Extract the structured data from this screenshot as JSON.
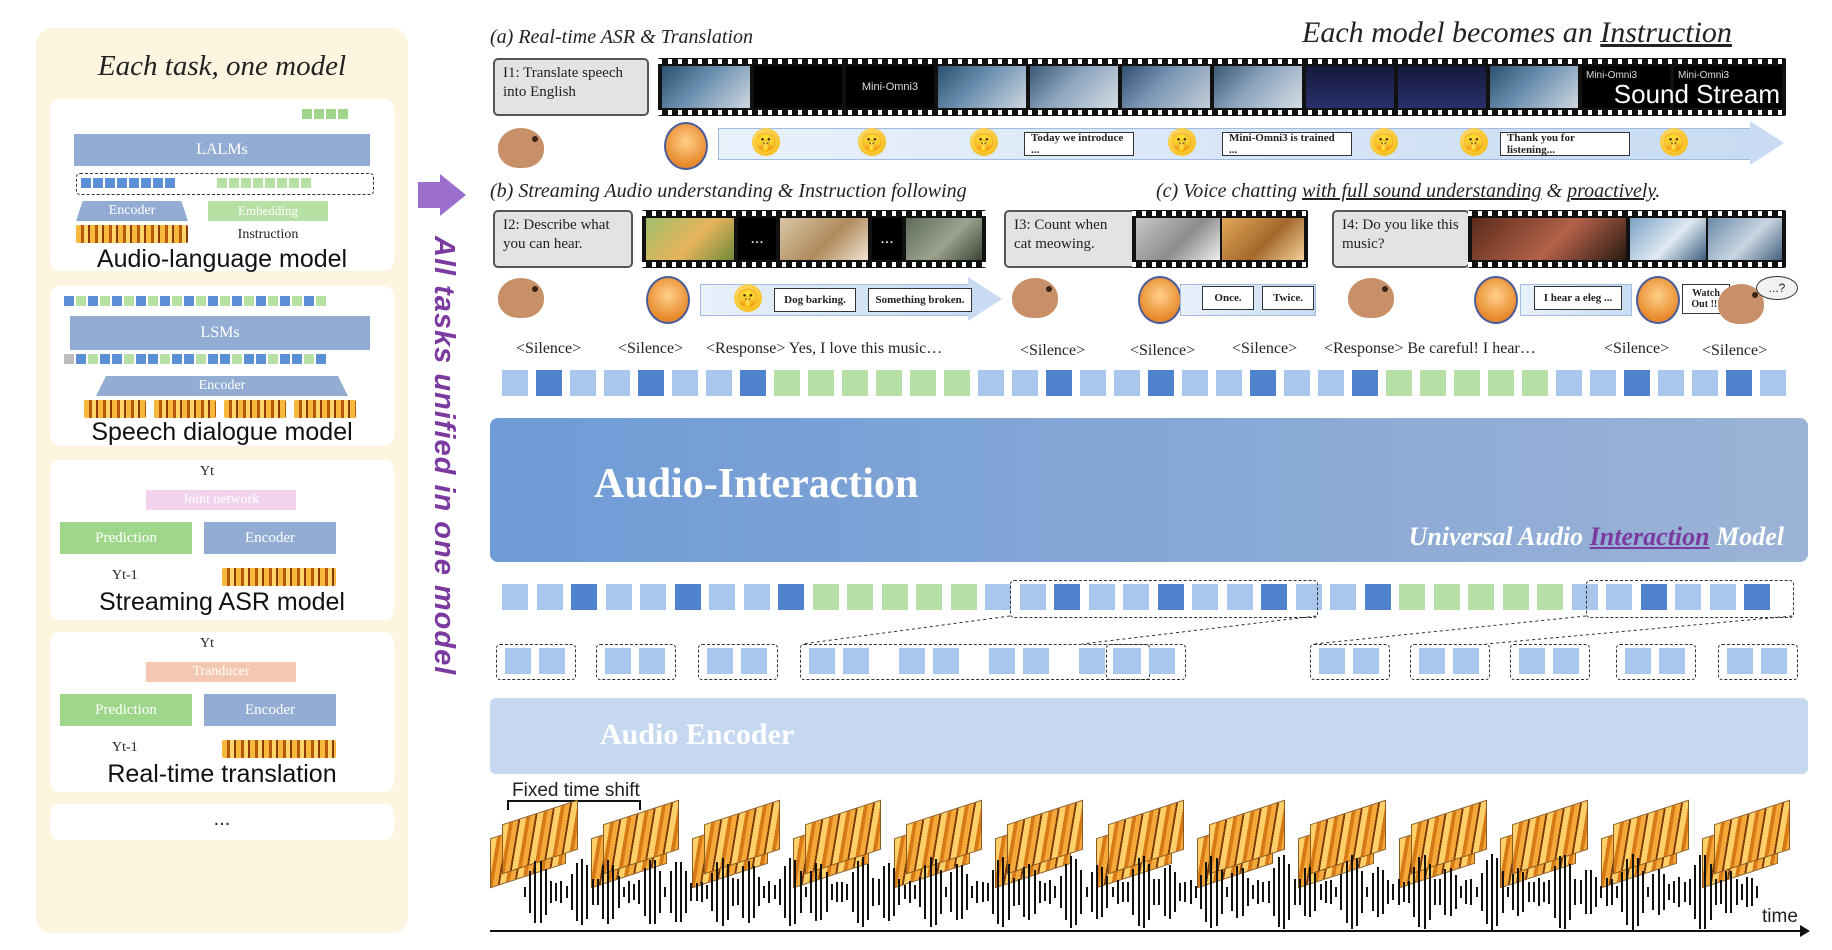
{
  "left": {
    "title": "Each task, one model",
    "models": [
      {
        "name": "Audio-language model",
        "top_block": "LALMs",
        "encoder": "Encoder",
        "embedding": "Embedding",
        "instruction": "Instruction"
      },
      {
        "name": "Speech dialogue model",
        "top_block": "LSMs",
        "encoder": "Encoder"
      },
      {
        "name": "Streaming ASR model",
        "output": "Yt",
        "joint": "Joint network",
        "prediction": "Prediction",
        "encoder": "Encoder",
        "input": "Yt-1"
      },
      {
        "name": "Real-time translation",
        "output": "Yt",
        "joint": "Tranducer",
        "prediction": "Prediction",
        "encoder": "Encoder",
        "input": "Yt-1"
      }
    ],
    "more": "..."
  },
  "vertical_caption": "All tasks unified in one model",
  "headline": {
    "prefix": "Each model becomes an ",
    "emph": "Instruction"
  },
  "panel_a": {
    "label": "(a) Real-time ASR & Translation",
    "instruction": "I1: Translate speech into English",
    "sound_stream": "Sound Stream",
    "film_texts": [
      "Mini-Omni3",
      "Mini-Omni3",
      "Mini-Omni3"
    ],
    "bubbles": [
      "Today we introduce ...",
      "Mini-Omni3 is trained ...",
      "Thank you for listening..."
    ]
  },
  "panel_b": {
    "label": "(b) Streaming Audio understanding & Instruction following",
    "instruction": "I2: Describe what you can hear.",
    "instruction2": "I3: Count when cat meowing.",
    "ellipsis": "...",
    "bubbles": [
      "Dog barking.",
      "Something broken."
    ],
    "count_bubbles": [
      "Once.",
      "Twice."
    ]
  },
  "panel_c": {
    "label_prefix": "(c) Voice chatting ",
    "label_u1": "with full sound understanding",
    "label_mid": " & ",
    "label_u2": "proactively",
    "label_end": ".",
    "instruction": "I4: Do you like this music?",
    "bubbles": [
      "I hear a eleg ...",
      "Watch Out !!!"
    ],
    "query": "...?"
  },
  "segments": [
    "<Silence>",
    "<Silence>",
    "<Response> Yes, I love this music…",
    "<Silence>",
    "<Silence>",
    "<Silence>",
    "<Response> Be careful! I hear…",
    "<Silence>",
    "<Silence>"
  ],
  "interaction": {
    "title": "Audio-Interaction",
    "subtitle_pre": "Universal Audio ",
    "subtitle_emph": "Interaction",
    "subtitle_post": " Model"
  },
  "encoder": {
    "title": "Audio Encoder"
  },
  "waveform": {
    "shift_label": "Fixed time shift",
    "axis_label": "time"
  },
  "colors": {
    "light": "#a9c6ec",
    "mid": "#8fb4e6",
    "dark": "#4f82cc",
    "green": "#b7e0a6",
    "interaction": "#7aa3d8",
    "encoder": "#c5d8f0",
    "purple": "#7b3aa0"
  },
  "top_token_colors": [
    "light",
    "dark",
    "light",
    "light",
    "dark",
    "light",
    "light",
    "dark",
    "green",
    "green",
    "green",
    "green",
    "green",
    "green",
    "light",
    "light",
    "dark",
    "light",
    "light",
    "dark",
    "light",
    "light",
    "dark",
    "light",
    "light",
    "dark",
    "green",
    "green",
    "green",
    "green",
    "green",
    "light",
    "light",
    "dark",
    "light",
    "light",
    "dark",
    "light"
  ],
  "bottom_token_colors": [
    "light",
    "light",
    "dark",
    "light",
    "light",
    "dark",
    "light",
    "light",
    "dark",
    "green",
    "green",
    "green",
    "green",
    "green",
    "light",
    "light",
    "dark",
    "light",
    "light",
    "dark",
    "light",
    "light",
    "dark",
    "light",
    "light",
    "dark",
    "green",
    "green",
    "green",
    "green",
    "green",
    "light",
    "light",
    "dark",
    "light",
    "light",
    "dark"
  ]
}
